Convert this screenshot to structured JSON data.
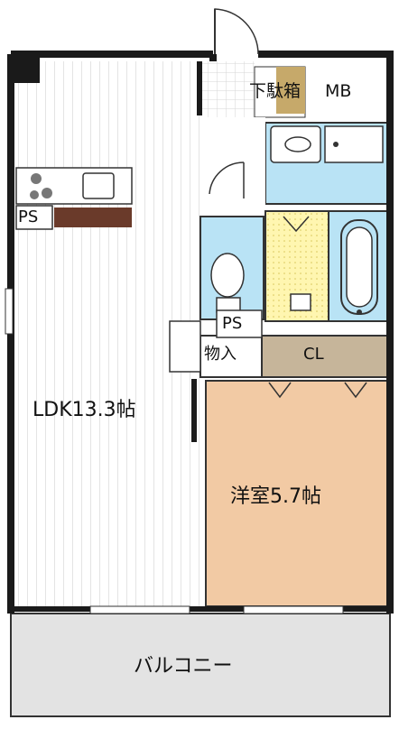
{
  "rooms": {
    "ldk": {
      "label": "LDK13.3帖",
      "floor": "striped-flooring"
    },
    "western_room": {
      "label": "洋室5.7帖",
      "color": "#f2caa4"
    },
    "balcony": {
      "label": "バルコニー",
      "color": "#e3e3e3"
    },
    "storage": {
      "label": "物入"
    },
    "closet": {
      "label": "CL",
      "color": "#c6b59a"
    },
    "shoe_box": {
      "label": "下駄箱"
    },
    "meter_box": {
      "label": "MB"
    },
    "pipe_space_kitchen": {
      "label": "PS"
    },
    "pipe_space_hall": {
      "label": "PS"
    }
  },
  "colors": {
    "wall": "#1a1a1a",
    "water_area": "#b9e3f5",
    "toilet_floor": "#fff6b0",
    "shoe_box_fill": "#c6a96a",
    "kitchen_counter": "#6a3a2a"
  },
  "icons": [
    "door-swing-icon",
    "sink-icon",
    "toilet-icon",
    "bathtub-icon",
    "kitchen-stove-icon",
    "kitchen-sink-icon",
    "window-icon"
  ]
}
